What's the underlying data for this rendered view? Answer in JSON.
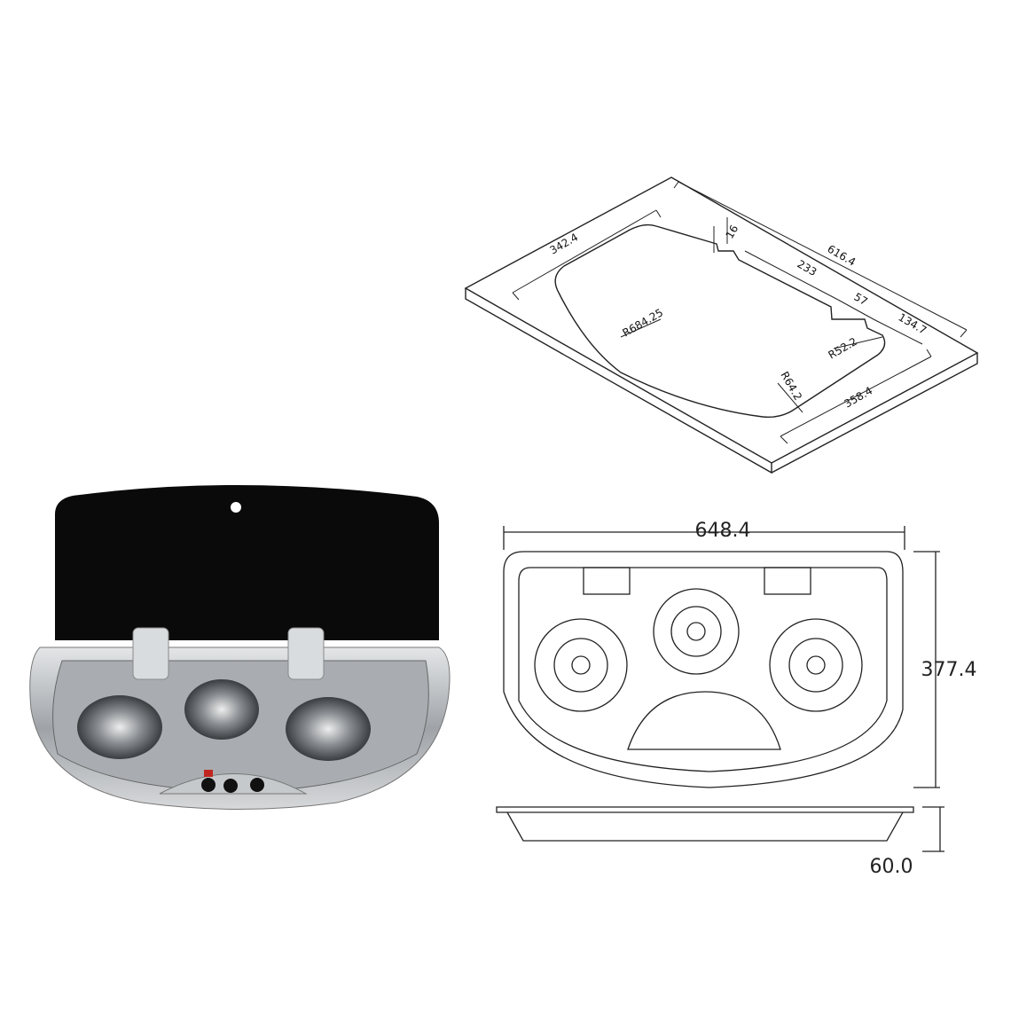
{
  "cutout_diagram": {
    "labels": {
      "width_top": "616.4",
      "depth_left": "342.4",
      "notch": "16",
      "segment": "233",
      "step": "57",
      "side_offset": "134.7",
      "large_radius": "R684.25",
      "corner_radius": "R52.2",
      "bottom_radius": "R64.2",
      "bottom_depth": "358.4"
    }
  },
  "top_view": {
    "width": "648.4",
    "depth": "377.4"
  },
  "side_view": {
    "height": "60.0"
  },
  "colors": {
    "lid": "#0a0a0a",
    "steel": "#b9bcbf",
    "indicator": "#c0261f"
  }
}
